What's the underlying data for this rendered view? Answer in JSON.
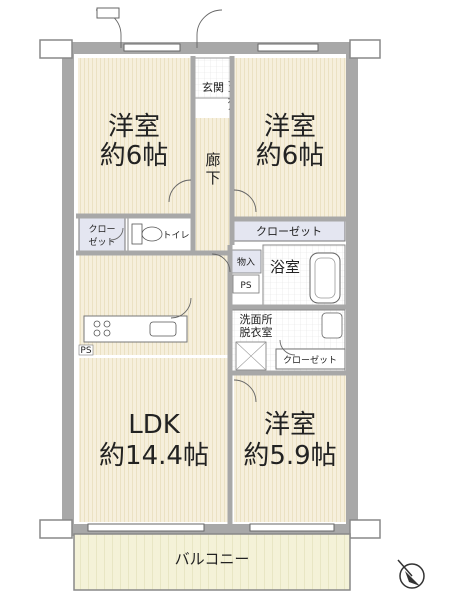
{
  "rooms": {
    "bedroom_nw": {
      "name": "洋室",
      "size": "約6帖"
    },
    "bedroom_ne": {
      "name": "洋室",
      "size": "約6帖"
    },
    "bedroom_se": {
      "name": "洋室",
      "size": "約5.9帖"
    },
    "ldk": {
      "name": "LDK",
      "size": "約14.4帖"
    },
    "entrance": "玄関",
    "shoe_box": [
      "シュ",
      "ーズ",
      "ボッ",
      "クス"
    ],
    "hallway": [
      "廊",
      "下"
    ],
    "closet_nw": [
      "クロー",
      "ゼット"
    ],
    "closet_ne": "クローゼット",
    "closet_se": "クローゼット",
    "toilet": "トイレ",
    "storage": "物入",
    "bathroom": "浴室",
    "ps_top": "PS",
    "ps_left": "PS",
    "washroom": [
      "洗面所",
      "脱衣室"
    ],
    "balcony": "バルコニー"
  },
  "colors": {
    "floor": "#f6efdc",
    "floor_stripe": "#ece3c6",
    "wall": "#a8a8a8",
    "closet": "#e4e6f1",
    "wet": "#ffffff",
    "balcony": "#f4f2d8"
  }
}
